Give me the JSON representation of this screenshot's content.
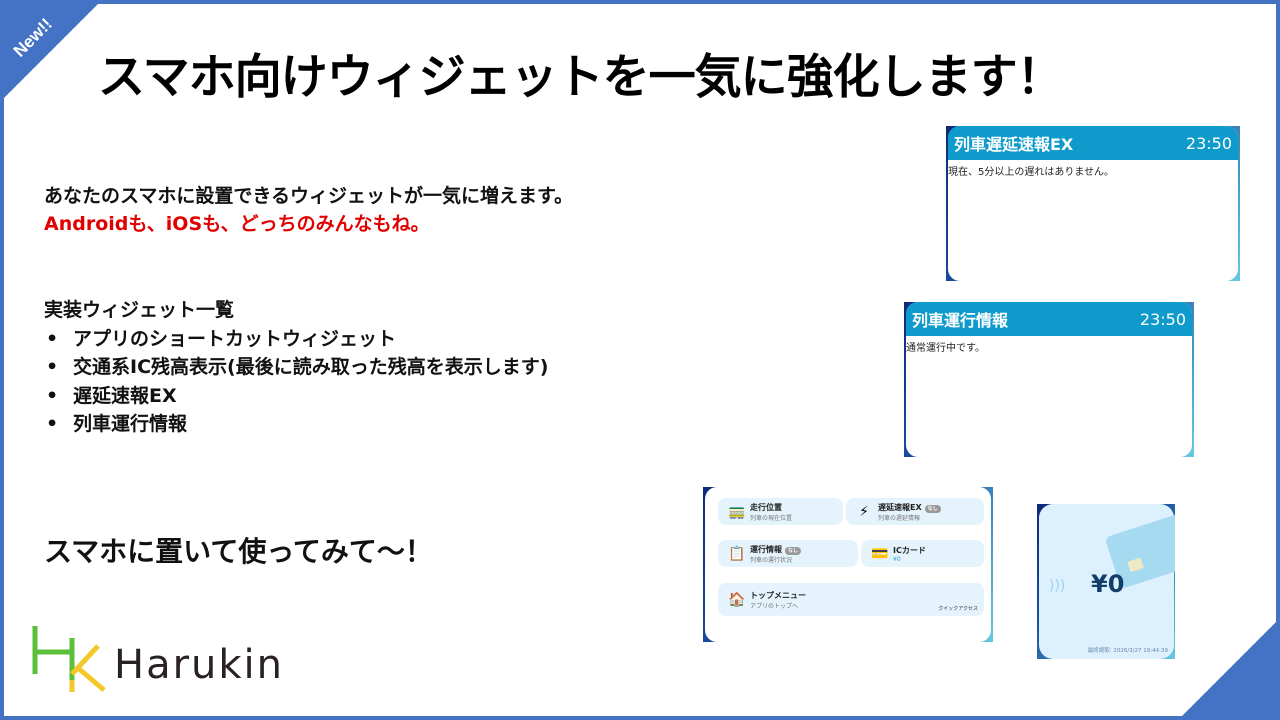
{
  "badge": "New!!",
  "title": "スマホ向けウィジェットを一気に強化します！",
  "intro": {
    "line1": "あなたのスマホに設置できるウィジェットが一気に増えます。",
    "line2": "Androidも、iOSも、どっちのみんなもね。"
  },
  "list": {
    "heading": "実装ウィジェット一覧",
    "items": [
      "アプリのショートカットウィジェット",
      "交通系IC残高表示(最後に読み取った残高を表示します)",
      "遅延速報EX",
      "列車運行情報"
    ]
  },
  "cta": "スマホに置いて使ってみて〜！",
  "logo": {
    "text": "Harukin"
  },
  "widgets": {
    "delay": {
      "title": "列車遅延速報EX",
      "time": "23:50",
      "message": "現在、5分以上の遅れはありません。"
    },
    "status": {
      "title": "列車運行情報",
      "time": "23:50",
      "message": "通常運行中です。"
    },
    "shortcut": {
      "tiles": [
        {
          "icon": "train-icon",
          "glyph": "🚃",
          "title": "走行位置",
          "sub": "列車の現在位置",
          "pill": ""
        },
        {
          "icon": "lightning-icon",
          "glyph": "⚡",
          "title": "遅延速報EX",
          "sub": "列車の遅延情報",
          "pill": "なし"
        },
        {
          "icon": "clipboard-icon",
          "glyph": "📋",
          "title": "運行情報",
          "sub": "列車の運行状況",
          "pill": "なし"
        },
        {
          "icon": "card-icon",
          "glyph": "💳",
          "title": "ICカード",
          "sub": "¥0",
          "pill": ""
        },
        {
          "icon": "house-icon",
          "glyph": "🏠",
          "title": "トップメニュー",
          "sub": "アプリのトップへ",
          "pill": ""
        }
      ],
      "quick": "クイックアクセス"
    },
    "ic": {
      "balance": "¥0",
      "last_read": "最終読取: 2026/3/27 19:44:39"
    }
  }
}
